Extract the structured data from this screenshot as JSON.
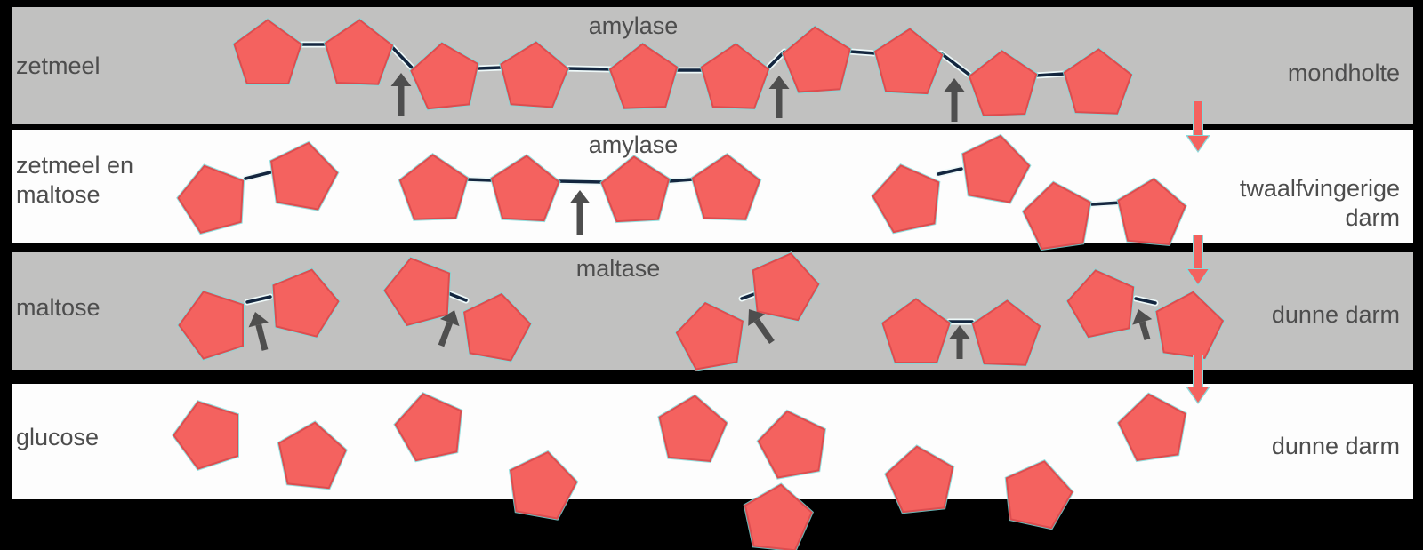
{
  "colors": {
    "background": "#000000",
    "band_gray": "#c1c1c0",
    "band_white": "#fdfdfd",
    "pentagon_fill": "#f4625f",
    "pentagon_stroke": "#dd4d4f",
    "pentagon_halo": "#7fd9d9",
    "bond": "#13263f",
    "bond_halo": "#eef9f9",
    "cleavage_arrow": "#4e4e4e",
    "flow_arrow": "#f4625f",
    "flow_arrow_halo": "#8adadb",
    "text": "#4d4d4d"
  },
  "rows": [
    {
      "substrate_lines": [
        "zetmeel"
      ],
      "enzyme": "amylase",
      "location_lines": [
        "mondholte"
      ]
    },
    {
      "substrate_lines": [
        "zetmeel en",
        "maltose"
      ],
      "enzyme": "amylase",
      "location_lines": [
        "twaalfvingerige",
        "darm"
      ]
    },
    {
      "substrate_lines": [
        "maltose"
      ],
      "enzyme": "maltase",
      "location_lines": [
        "dunne darm"
      ]
    },
    {
      "substrate_lines": [
        "glucose"
      ],
      "enzyme": "",
      "location_lines": [
        "dunne darm"
      ]
    }
  ],
  "molecules": {
    "pentagon_circumradius": 39.5,
    "rows": [
      {
        "pentagons": [
          [
            301,
            62,
            0
          ],
          [
            403,
            62,
            2
          ],
          [
            501,
            88,
            -6
          ],
          [
            600,
            87,
            4
          ],
          [
            724,
            89,
            -2
          ],
          [
            826,
            89,
            2
          ],
          [
            919,
            70,
            -4
          ],
          [
            1021,
            72,
            3
          ],
          [
            1128,
            97,
            -2
          ],
          [
            1234,
            95,
            2
          ]
        ],
        "bonds": [
          [
            338,
            50,
            366,
            50
          ],
          [
            440,
            52,
            464,
            77
          ],
          [
            538,
            77,
            563,
            76
          ],
          [
            637,
            77,
            687,
            78
          ],
          [
            761,
            79,
            789,
            79
          ],
          [
            863,
            77,
            882,
            58
          ],
          [
            956,
            58,
            984,
            60
          ],
          [
            1058,
            60,
            1091,
            85
          ],
          [
            1165,
            85,
            1197,
            83
          ]
        ],
        "cleavage_arrows": [
          [
            451,
            130,
            451,
            82
          ],
          [
            876,
            133,
            876,
            85
          ],
          [
            1073,
            137,
            1073,
            88
          ]
        ]
      },
      {
        "pentagons": [
          [
            240,
            225,
            -15
          ],
          [
            340,
            200,
            10
          ],
          [
            488,
            214,
            -2
          ],
          [
            590,
            215,
            3
          ],
          [
            715,
            216,
            -3
          ],
          [
            816,
            214,
            2
          ],
          [
            1021,
            225,
            -12
          ],
          [
            1118,
            192,
            10
          ],
          [
            1190,
            245,
            -8
          ],
          [
            1294,
            241,
            5
          ]
        ],
        "bonds": [
          [
            276,
            201,
            304,
            194
          ],
          [
            525,
            202,
            553,
            203
          ],
          [
            627,
            204,
            678,
            205
          ],
          [
            752,
            204,
            779,
            202
          ],
          [
            1055,
            196,
            1081,
            190
          ],
          [
            1228,
            230,
            1261,
            228
          ]
        ],
        "cleavage_arrows": [
          [
            652,
            265,
            652,
            214
          ]
        ]
      },
      {
        "pentagons": [
          [
            241,
            366,
            -18
          ],
          [
            341,
            342,
            14
          ],
          [
            472,
            329,
            -15
          ],
          [
            557,
            370,
            10
          ],
          [
            800,
            380,
            -10
          ],
          [
            881,
            324,
            12
          ],
          [
            1030,
            376,
            0
          ],
          [
            1131,
            378,
            2
          ],
          [
            1240,
            343,
            -12
          ],
          [
            1336,
            368,
            8
          ]
        ],
        "bonds": [
          [
            278,
            340,
            304,
            334
          ],
          [
            504,
            330,
            524,
            338
          ],
          [
            834,
            336,
            848,
            331
          ],
          [
            1067,
            362,
            1093,
            362
          ],
          [
            1277,
            336,
            1299,
            341
          ]
        ],
        "cleavage_arrows": [
          [
            298,
            394,
            287,
            351
          ],
          [
            496,
            389,
            511,
            349
          ],
          [
            868,
            385,
            842,
            348
          ],
          [
            1079,
            404,
            1079,
            366
          ],
          [
            1290,
            382,
            1280,
            348
          ]
        ]
      },
      {
        "pentagons": [
          [
            235,
            490,
            -18
          ],
          [
            350,
            515,
            6
          ],
          [
            484,
            482,
            -12
          ],
          [
            609,
            548,
            10
          ],
          [
            778,
            485,
            5
          ],
          [
            892,
            502,
            -10
          ],
          [
            874,
            585,
            6
          ],
          [
            1035,
            542,
            -6
          ],
          [
            1166,
            558,
            12
          ],
          [
            1297,
            483,
            -8
          ]
        ],
        "bonds": [],
        "cleavage_arrows": []
      }
    ],
    "flow_arrows": [
      [
        1347,
        114,
        172
      ],
      [
        1347,
        264,
        322
      ],
      [
        1347,
        399,
        455
      ]
    ]
  }
}
